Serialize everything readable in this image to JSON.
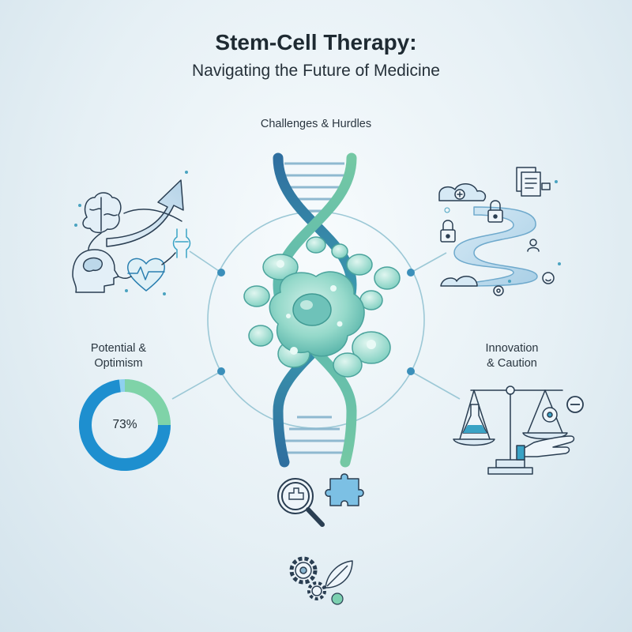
{
  "header": {
    "title": "Stem-Cell Therapy:",
    "subtitle": "Navigating the Future of Medicine"
  },
  "sections": {
    "top": {
      "label": "Challenges & Hurdles"
    },
    "left": {
      "label_line1": "Potential &",
      "label_line2": "Optimism"
    },
    "right": {
      "label_line1": "Innovation",
      "label_line2": "& Caution"
    }
  },
  "gauge": {
    "value_label": "73%",
    "value": 0.73,
    "colors": {
      "main": "#1e8fcf",
      "accent": "#7fd3a8",
      "light": "#8ed0ef"
    }
  },
  "icons": {
    "upper_left": [
      "brain-icon",
      "rising-arrow-icon",
      "joint-icon",
      "head-profile-icon",
      "heart-pulse-icon"
    ],
    "upper_right": [
      "documents-icon",
      "padlock-icon",
      "winding-road-icon",
      "user-icon",
      "gear-icon"
    ],
    "lower_right": [
      "balance-scale-icon",
      "flask-icon",
      "gear-icon",
      "minus-icon",
      "hand-icon"
    ],
    "bottom": [
      "magnifier-icon",
      "puzzle-piece-icon",
      "gears-icon",
      "leaf-icon"
    ]
  },
  "colors": {
    "blue": "#2f6f9f",
    "teal": "#3d9fb0",
    "green": "#74c8a4",
    "cell": "#8fd6c8",
    "ink": "#2a3e52"
  }
}
